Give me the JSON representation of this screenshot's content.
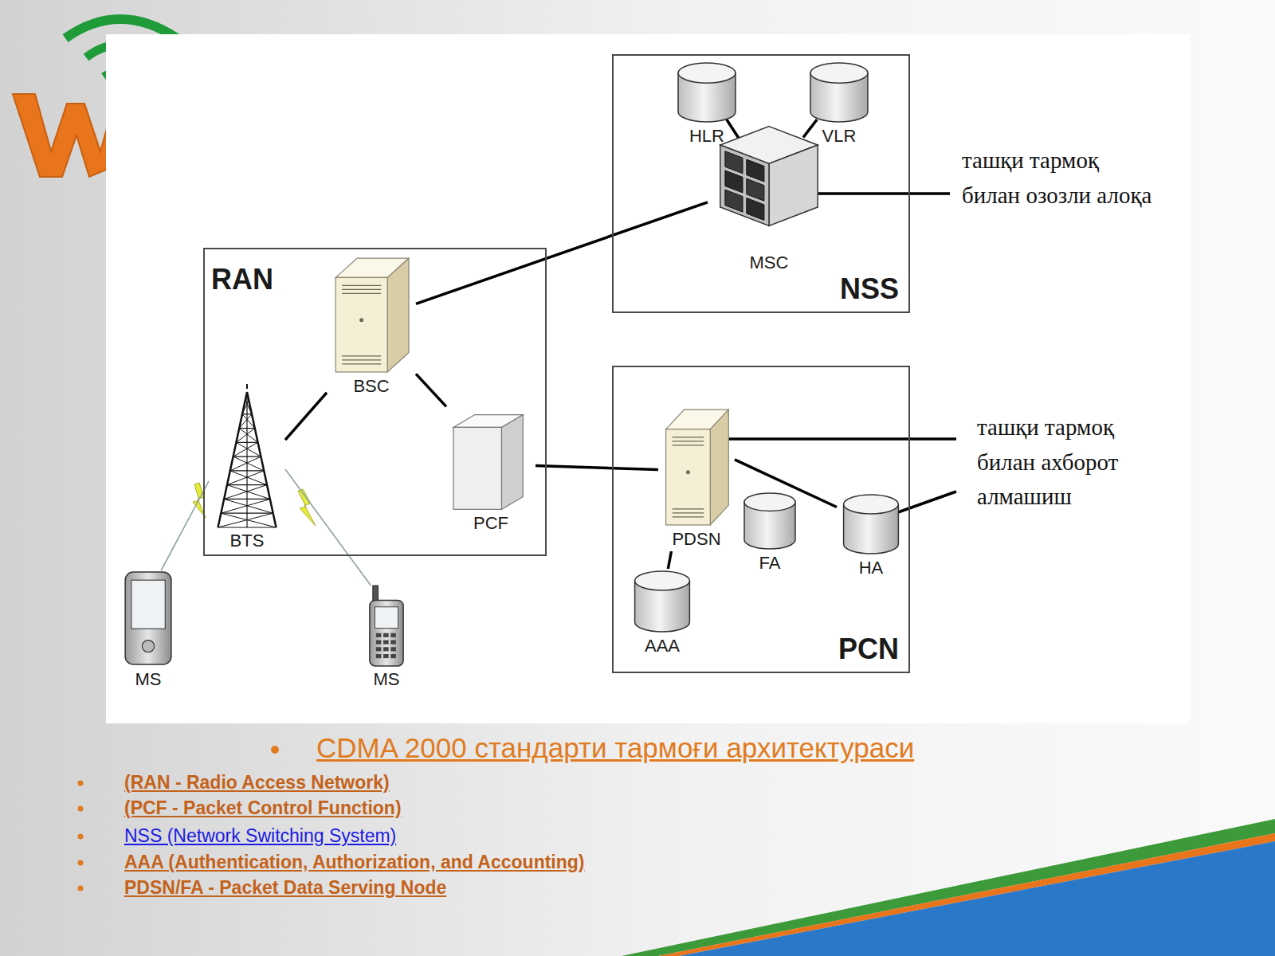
{
  "diagram": {
    "caption": "CDMA 2000 стандарти тармоғи архитектураси",
    "nodes": [
      {
        "text": [
          "RAN"
        ]
      },
      {
        "text": [
          "BSC"
        ],
        "in": 0
      },
      {
        "text": [
          "BTS"
        ],
        "in": 0
      },
      {
        "text": [
          "PCF"
        ],
        "in": 0
      },
      {
        "text": [
          "MS"
        ]
      },
      {
        "text": [
          "MS"
        ]
      },
      {
        "text": [
          "NSS"
        ]
      },
      {
        "text": [
          "HLR"
        ],
        "in": 6
      },
      {
        "text": [
          "VLR"
        ],
        "in": 6
      },
      {
        "text": [
          "MSC"
        ],
        "in": 6
      },
      {
        "text": [
          "PCN"
        ]
      },
      {
        "text": [
          "PDSN"
        ],
        "in": 10
      },
      {
        "text": [
          "FA"
        ],
        "in": 10
      },
      {
        "text": [
          "HA"
        ],
        "in": 10
      },
      {
        "text": [
          "AAA"
        ],
        "in": 10
      }
    ],
    "edges": [
      {
        "from": 2,
        "to": 1,
        "arrow": "none"
      },
      {
        "from": 1,
        "to": 9,
        "arrow": "none"
      },
      {
        "from": 1,
        "to": 3,
        "arrow": "none"
      },
      {
        "from": 3,
        "to": 11,
        "arrow": "none"
      },
      {
        "from": 7,
        "to": 9,
        "arrow": "none"
      },
      {
        "from": 8,
        "to": 9,
        "arrow": "none"
      },
      {
        "from": 11,
        "to": 13,
        "arrow": "none"
      },
      {
        "from": 11,
        "to": 14,
        "arrow": "none"
      },
      {
        "from": 2,
        "to": 4,
        "arrow": "none"
      },
      {
        "from": 2,
        "to": 5,
        "arrow": "none"
      }
    ],
    "labels": [
      "ташқи тармоқ билан озозли алоқа",
      "ташқи тармоқ билан ахборот алмашиш",
      "(RAN - Radio Access Network)",
      "(PCF - Packet Control Function)",
      "NSS (Network Switching System)",
      "AAA (Authentication, Authorization, and Accounting)",
      "PDSN/FA - Packet Data Serving Node"
    ]
  }
}
